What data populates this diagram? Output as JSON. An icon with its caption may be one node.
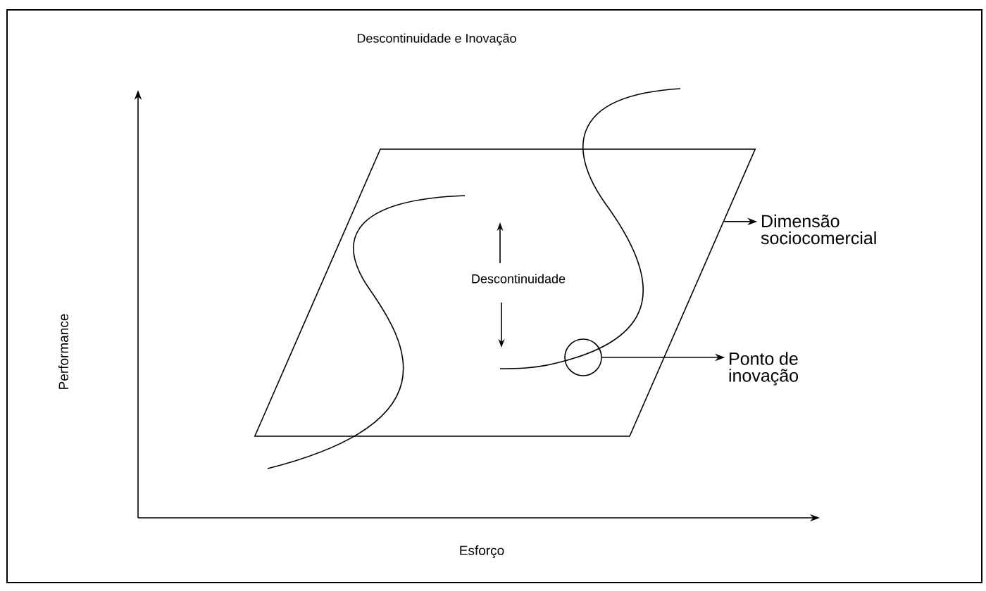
{
  "diagram": {
    "title": "Descontinuidade e Inovação",
    "nodes": [
      {
        "text": [],
        "shape": "parallelogram"
      },
      {
        "text": [
          "Dimensão sociocomercial"
        ]
      },
      {
        "text": [],
        "shape": "circle",
        "in": 0
      },
      {
        "text": [
          "Ponto de inovação"
        ]
      }
    ],
    "edges": [
      {
        "from": 0,
        "to": 1,
        "arrow": "to"
      },
      {
        "from": 2,
        "to": 3,
        "arrow": "to"
      }
    ],
    "labels": [
      "Descontinuidade",
      "Performance",
      "Esforço"
    ]
  }
}
